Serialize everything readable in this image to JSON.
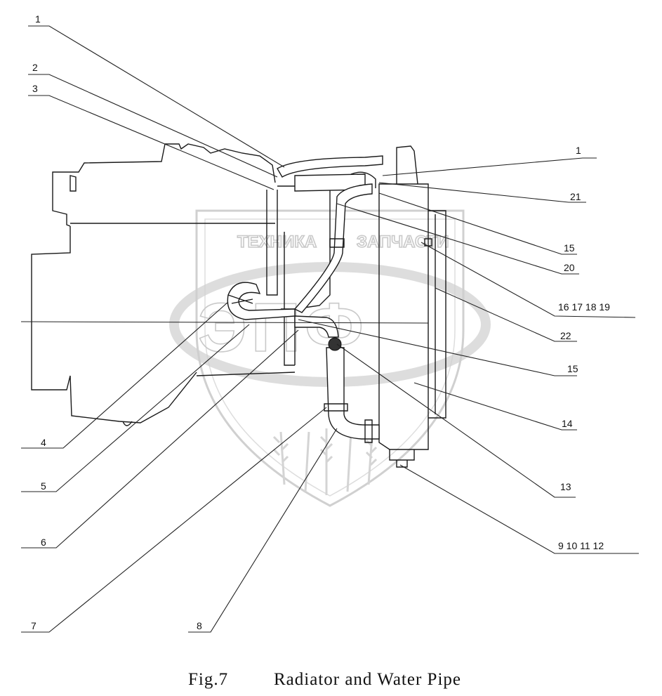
{
  "caption": {
    "fig": "Fig.7",
    "title": "Radiator and Water Pipe"
  },
  "watermark": {
    "word_left": "ТЕХНИКА",
    "word_right": "ЗАПЧАСТИ",
    "letters": "ЭПФ"
  },
  "labels_left": [
    "1",
    "2",
    "3",
    "4",
    "5",
    "6",
    "7",
    "8"
  ],
  "labels_right": [
    "1",
    "21",
    "15",
    "20",
    "16  17  18  19",
    "22",
    "15",
    "14",
    "13",
    "9  10  11  12"
  ]
}
